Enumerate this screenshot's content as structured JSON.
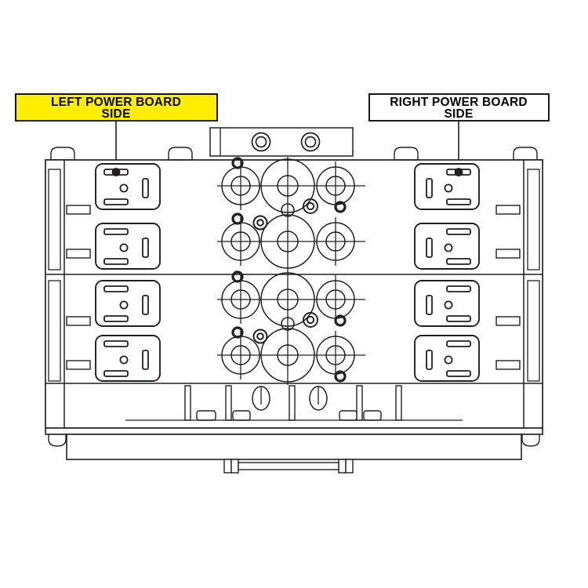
{
  "diagram": {
    "title": "Power Board Side Identification Diagram",
    "background_color": "#ffffff",
    "line_color": "#231f20",
    "highlight_color": "#ffee00"
  },
  "callouts": [
    {
      "id": "left-callout",
      "line1": "LEFT POWER BOARD",
      "line2": "SIDE",
      "highlighted": true,
      "highlight_color": "#ffee00",
      "points_to": "left-outlet-1"
    },
    {
      "id": "right-callout",
      "line1": "RIGHT POWER BOARD",
      "line2": "SIDE",
      "highlighted": false,
      "highlight_color": "#ffffff",
      "points_to": "right-outlet-1"
    }
  ],
  "chassis": {
    "name": "generator-control-panel",
    "bands": [
      {
        "id": "band-upper",
        "label": "upper-outlet-band"
      },
      {
        "id": "band-lower",
        "label": "lower-outlet-band"
      }
    ],
    "outlets": {
      "left": [
        {
          "id": "left-outlet-1",
          "orientation": "left-hand"
        },
        {
          "id": "left-outlet-2",
          "orientation": "left-hand"
        },
        {
          "id": "left-outlet-3",
          "orientation": "left-hand"
        },
        {
          "id": "left-outlet-4",
          "orientation": "left-hand"
        }
      ],
      "right": [
        {
          "id": "right-outlet-1",
          "orientation": "right-hand"
        },
        {
          "id": "right-outlet-2",
          "orientation": "right-hand"
        },
        {
          "id": "right-outlet-3",
          "orientation": "right-hand"
        },
        {
          "id": "right-outlet-4",
          "orientation": "right-hand"
        }
      ]
    },
    "breaker_clusters": [
      {
        "id": "cluster-row-1",
        "row": 1
      },
      {
        "id": "cluster-row-2",
        "row": 2
      },
      {
        "id": "cluster-row-3",
        "row": 3
      },
      {
        "id": "cluster-row-4",
        "row": 4
      }
    ],
    "top_block": {
      "id": "top-center-block",
      "ports": 2
    },
    "base": {
      "id": "base-plate",
      "feet": 2
    }
  }
}
